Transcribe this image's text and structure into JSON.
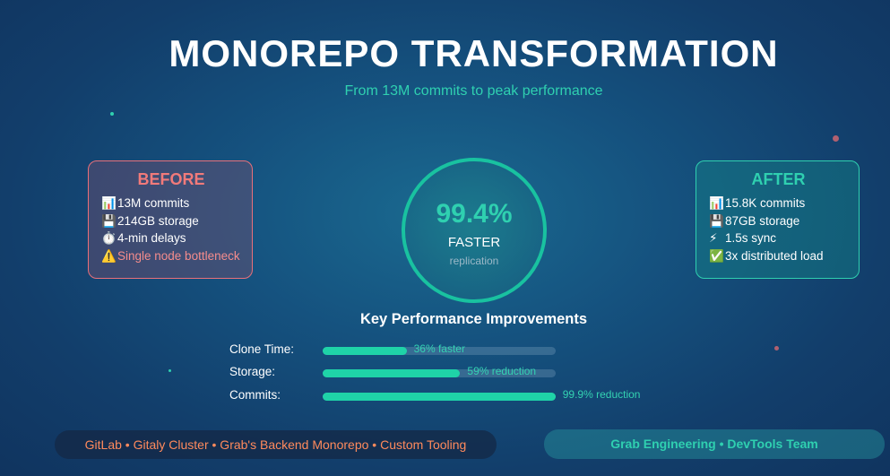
{
  "header": {
    "title": "MONOREPO TRANSFORMATION",
    "subtitle": "From 13M commits to peak performance"
  },
  "before": {
    "heading": "BEFORE",
    "items": [
      {
        "icon": "📊",
        "icon_name": "bar-chart-icon",
        "text": "13M commits"
      },
      {
        "icon": "💾",
        "icon_name": "floppy-disk-icon",
        "text": "214GB storage"
      },
      {
        "icon": "⏱️",
        "icon_name": "stopwatch-icon",
        "text": "4-min delays"
      },
      {
        "icon": "⚠️",
        "icon_name": "warning-icon",
        "text": "Single node bottleneck"
      }
    ]
  },
  "after": {
    "heading": "AFTER",
    "items": [
      {
        "icon": "📊",
        "icon_name": "bar-chart-icon",
        "text": "15.8K commits"
      },
      {
        "icon": "💾",
        "icon_name": "floppy-disk-icon",
        "text": "87GB storage"
      },
      {
        "icon": "⚡",
        "icon_name": "lightning-icon",
        "text": "1.5s sync"
      },
      {
        "icon": "✅",
        "icon_name": "check-icon",
        "text": "3x distributed load"
      }
    ]
  },
  "highlight": {
    "value": "99.4%",
    "label": "FASTER",
    "caption": "replication"
  },
  "improvements": {
    "title": "Key Performance Improvements",
    "metrics": [
      {
        "label": "Clone Time:",
        "fraction": 0.36,
        "note": "36% faster"
      },
      {
        "label": "Storage:",
        "fraction": 0.59,
        "note": "59% reduction"
      },
      {
        "label": "Commits:",
        "fraction": 0.999,
        "note": "99.9% reduction"
      }
    ]
  },
  "footer": {
    "tech": "GitLab • Gitaly Cluster • Grab's Backend Monorepo • Custom Tooling",
    "team": "Grab Engineering • DevTools Team"
  },
  "colors": {
    "accent": "#2fd0b0",
    "before_accent": "#f27a7a",
    "footer_tech": "#ff8a5c",
    "bar_fill": "#1fd3a8"
  }
}
